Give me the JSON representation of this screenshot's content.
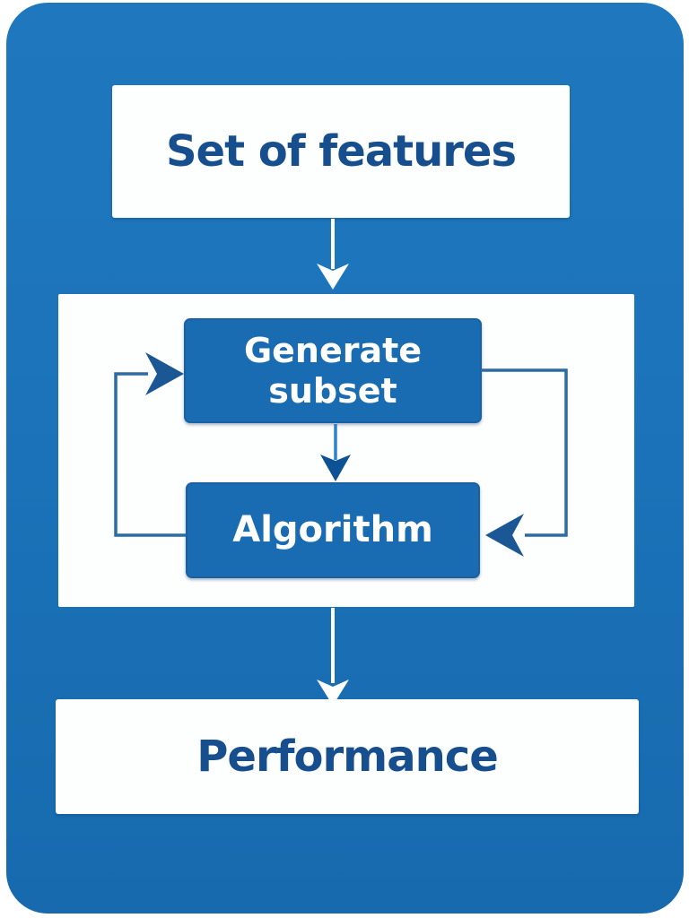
{
  "diagram": {
    "description": "Feature selection process flowchart on rounded blue panel",
    "nodes": {
      "set_of_features": {
        "label": "Set of features"
      },
      "generate_subset": {
        "label": "Generate subset",
        "line1": "Generate",
        "line2": "subset"
      },
      "algorithm": {
        "label": "Algorithm"
      },
      "performance": {
        "label": "Performance"
      }
    },
    "edges": [
      {
        "from": "set-of-features",
        "to": "loop-container",
        "style": "white arrow down"
      },
      {
        "from": "generate-subset",
        "to": "algorithm",
        "style": "blue arrow down"
      },
      {
        "from": "algorithm",
        "to": "generate-subset",
        "style": "dark blue feedback loop, left side, arrow into Generate subset"
      },
      {
        "from": "generate-subset",
        "to": "algorithm",
        "style": "dark blue feedback loop, right side, arrow into Algorithm"
      },
      {
        "from": "loop-container",
        "to": "performance",
        "style": "white arrow down"
      }
    ],
    "colors": {
      "panel_blue": "#1c73b9",
      "panel_blue_light": "#1f78be",
      "panel_blue_dark": "#176aae",
      "node_fill_blue": "#1a6cb2",
      "node_border_blue": "#1a61a4",
      "node_fill_white": "#fdfefe",
      "text_dark_blue": "#174f8e",
      "text_white": "#ffffff",
      "loop_line": "#2a6ca7",
      "loop_arrowhead": "#1c5795",
      "white_arrow": "#ffffff",
      "blue_arrow_stem": "#2e82ca",
      "blue_arrow_head": "#0e5296"
    }
  }
}
